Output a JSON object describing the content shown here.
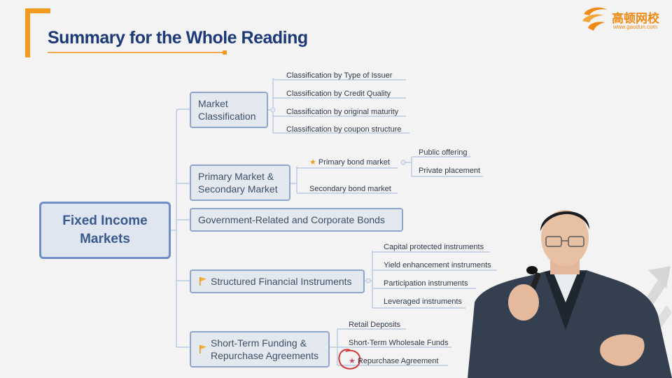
{
  "slide": {
    "title": "Summary for the Whole Reading"
  },
  "logo": {
    "name": "高顿网校",
    "url": "www.gaodun.com"
  },
  "colors": {
    "accent": "#f39a1e",
    "title": "#1d3a78",
    "node_border": "#8ea6cc",
    "root_border": "#6e8fc6",
    "line": "#b9cbe3"
  },
  "mindmap": {
    "root": {
      "line1": "Fixed Income",
      "line2": "Markets"
    },
    "branches": [
      {
        "label_line1": "Market",
        "label_line2": "Classification",
        "leaves": [
          "Classification by Type of Issuer",
          "Classification by Credit Quality",
          "Classification by original maturity",
          "Classification by coupon structure"
        ]
      },
      {
        "label_line1": "Primary Market &",
        "label_line2": "Secondary Market",
        "leaves": [
          "Primary bond market",
          "Secondary bond market"
        ],
        "subleaves": [
          "Public offering",
          "Private placement"
        ]
      },
      {
        "label": "Government-Related and Corporate Bonds"
      },
      {
        "label": "Structured Financial Instruments",
        "icon": "flag-icon",
        "leaves": [
          "Capital protected instruments",
          "Yield enhancement instruments",
          "Participation instruments",
          "Leveraged instruments"
        ]
      },
      {
        "label_line1": "Short-Term Funding &",
        "label_line2": "Repurchase Agreements",
        "icon": "flag-icon",
        "leaves": [
          "Retail Deposits",
          "Short-Term Wholesale Funds",
          "Repurchase Agreement"
        ]
      }
    ]
  }
}
